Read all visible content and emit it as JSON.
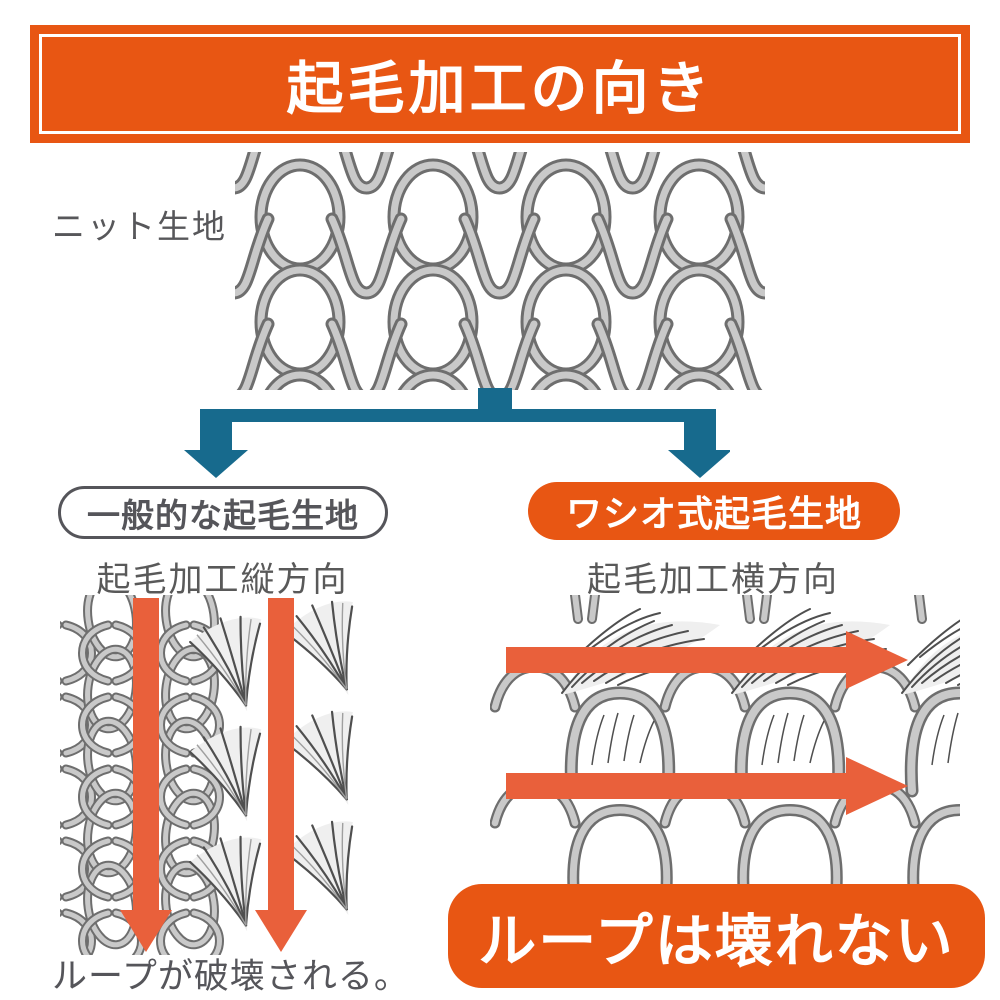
{
  "header": {
    "title": "起毛加工の向き"
  },
  "knit_fabric_label": "ニット生地",
  "branch_left": {
    "badge": "一般的な起毛生地",
    "direction": "起毛加工縦方向",
    "result": "ループが破壊される。"
  },
  "branch_right": {
    "badge": "ワシオ式起毛生地",
    "direction": "起毛加工横方向",
    "result": "ループは壊れない"
  },
  "icons": {
    "branch": "teal-down-branch-arrows",
    "left": "orange-down-arrows",
    "right": "orange-right-arrows"
  },
  "colors": {
    "brand_orange": "#E85613",
    "arrow_orange": "#E9603B",
    "teal": "#176A8D",
    "yarn_light": "#C9C9C9",
    "yarn_dark": "#6E6E6E",
    "fiber_dark": "#4F4F4F",
    "fiber_fill": "#EFEFEF",
    "text_gray": "#57575A"
  }
}
